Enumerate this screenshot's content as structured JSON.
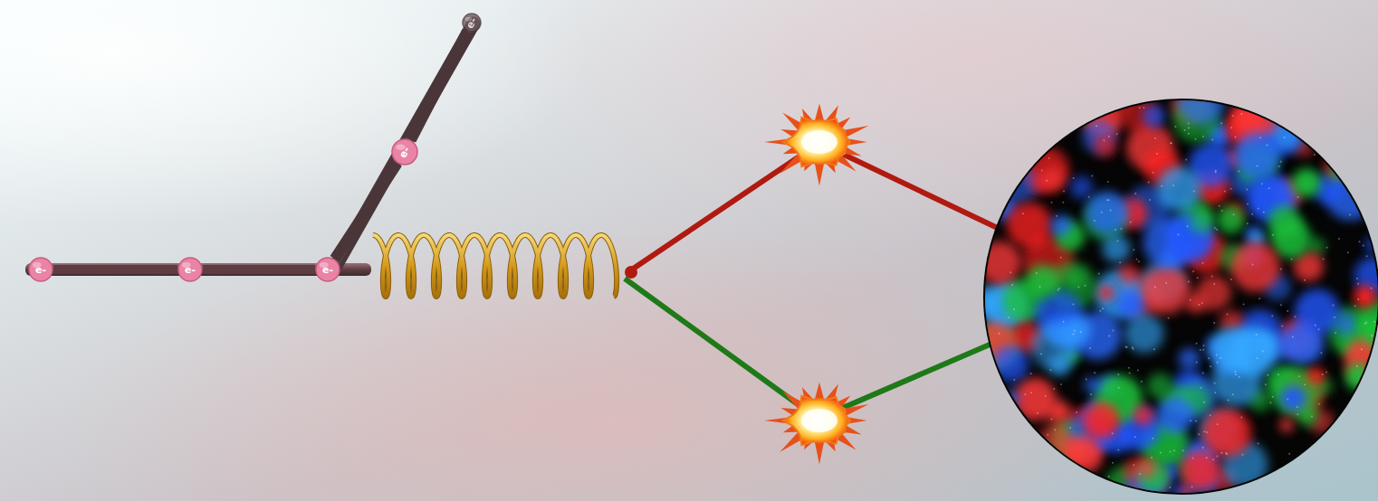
{
  "diagram": {
    "nodes": [
      {
        "text": [
          "e-"
        ]
      },
      {
        "text": [
          "e-"
        ]
      },
      {
        "text": [
          "e-"
        ]
      },
      {
        "text": [
          "e-"
        ]
      },
      {
        "text": [
          "e-"
        ]
      }
    ],
    "edges": [
      {
        "from": 0,
        "to": 1,
        "arrow": "none"
      },
      {
        "from": 1,
        "to": 2,
        "arrow": "none"
      },
      {
        "from": 2,
        "to": 3,
        "arrow": "none"
      },
      {
        "from": 3,
        "to": 4,
        "arrow": "none"
      }
    ]
  }
}
